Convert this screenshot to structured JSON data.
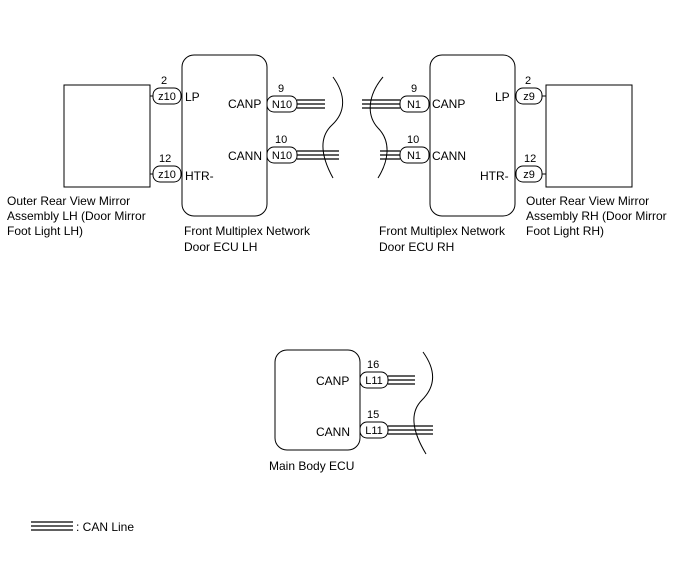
{
  "components": {
    "mirror_lh": {
      "label_lines": [
        "Outer Rear View Mirror",
        "Assembly LH (Door Mirror",
        "Foot Light LH)"
      ]
    },
    "mirror_rh": {
      "label_lines": [
        "Outer Rear View Mirror",
        "Assembly RH (Door Mirror",
        "Foot Light RH)"
      ]
    },
    "ecu_lh": {
      "label_lines": [
        "Front Multiplex Network",
        "Door ECU LH"
      ],
      "terminals": {
        "lp": "LP",
        "htr": "HTR-",
        "canp": "CANP",
        "cann": "CANN"
      },
      "pins": {
        "lp": "2",
        "htr": "12",
        "canp": "9",
        "cann": "10"
      },
      "connectors": {
        "lp": "z10",
        "htr": "z10",
        "canp": "N10",
        "cann": "N10"
      }
    },
    "ecu_rh": {
      "label_lines": [
        "Front Multiplex Network",
        "Door ECU RH"
      ],
      "terminals": {
        "lp": "LP",
        "htr": "HTR-",
        "canp": "CANP",
        "cann": "CANN"
      },
      "pins": {
        "lp": "2",
        "htr": "12",
        "canp": "9",
        "cann": "10"
      },
      "connectors": {
        "lp": "z9",
        "htr": "z9",
        "canp": "N1",
        "cann": "N1"
      }
    },
    "main_body": {
      "label": "Main Body ECU",
      "terminals": {
        "canp": "CANP",
        "cann": "CANN"
      },
      "pins": {
        "canp": "16",
        "cann": "15"
      },
      "connectors": {
        "canp": "L11",
        "cann": "L11"
      }
    }
  },
  "legend": {
    "text": ": CAN Line"
  }
}
